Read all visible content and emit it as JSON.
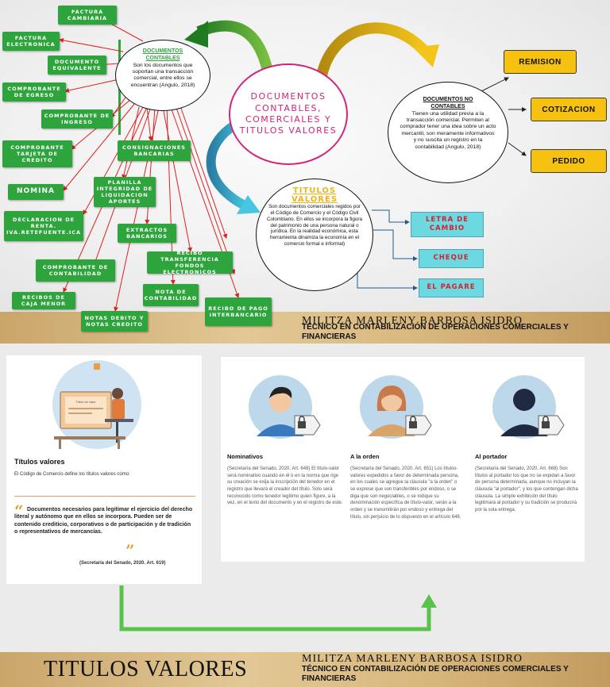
{
  "map": {
    "center_title": "DOCUMENTOS CONTABLES, COMERCIALES Y TITULOS VALORES",
    "doc_contables": {
      "title": "DOCUMENTOS CONTABLES",
      "text": "Son los documentos que soportan una transacción comercial, entre ellos se encuentran (Angulo, 2018)"
    },
    "doc_no_contables": {
      "title": "DOCUMENTOS NO CONTABLES",
      "text": "Tienen una utilidad previa a la transacción comercial. Permiten al comprador tener una idea sobre un acto mercantil, son meramente informativos y no suscita un registro en la contabilidad (Angulo, 2018)"
    },
    "titulos_valores": {
      "title": "TITULOS VALORES",
      "text": "Son documentos comerciales regidos por el Código de Comercio y el Código Civil Colombiano. En ellos se incorpora la figura del patrimonio de una persona natural o jurídica. En la realidad económica, esta herramienta dinamiza la economía en el comercio formal e informal)"
    },
    "green_items": [
      "FACTURA CAMBIARIA",
      "FACTURA ELECTRONICA",
      "DOCUMENTO EQUIVALENTE",
      "COMPROBANTE DE EGRESO",
      "COMPROBANTE DE INGRESO",
      "CONSIGNACIONES BANCARIAS",
      "COMPROBANTE TARJETA DE CREDITO",
      "NOMINA",
      "PLANILLA INTEGRIDAD DE LIQUIDACION APORTES",
      "DECLARACION DE RENTA. IVA.RETEFUENTE.ICA",
      "EXTRACTOS BANCARIOS",
      "RECIBO TRANSFERENCIA FONDOS ELECTRONICOS",
      "COMPROBANTE DE CONTABILIDAD",
      "NOTA DE CONTABILIDAD",
      "RECIBOS DE CAJA MENOR",
      "NOTAS DEBITO Y NOTAS CREDITO",
      "RECIBO DE PAGO INTERBANCARIO"
    ],
    "no_contables_items": [
      "REMISION",
      "COTIZACION",
      "PEDIDO"
    ],
    "titulos_items": [
      "LETRA DE CAMBIO",
      "CHEQUE",
      "EL PAGARE"
    ]
  },
  "banner1": {
    "author": "MILITZA MARLENY BARBOSA ISIDRO",
    "role": "TÉCNICO EN CONTABILIZACIÓN DE OPERACIONES COMERCIALES Y FINANCIERAS"
  },
  "left_card": {
    "heading": "Títulos valores",
    "intro": "El Código de Comercio define los títulos valores como:",
    "quote": "Documentos necesarios para legitimar el ejercicio del derecho literal y autónomo que en ellos se incorpora. Pueden ser de contenido crediticio, corporativos o de participación y de tradición o representativos de mercancías.",
    "citation": "(Secretaría del Senado, 2020. Art. 619)",
    "illustration_label": "Título de valor"
  },
  "types": [
    {
      "title": "Nominativos",
      "text": "(Secretaría del Senado, 2020. Art. 648) El título-valor será nominativo cuando en él o en la norma que rige su creación se exija la inscripción del tenedor en el registro que llevará el creador del título. Solo será reconocido como tenedor legítimo quien figure, a la vez, en el texto del documento y en el registro de este."
    },
    {
      "title": "A la orden",
      "text": "(Secretaría del Senado, 2020. Art. 651) Los títulos-valores expedidos a favor de determinada persona, en los cuales se agregue la cláusula \"a la orden\" o se exprese que son transferibles por endoso, o se diga que son negociables, o se indique su denominación específica de título-valor, serán a la orden y se transmitirán por endoso y entrega del título, sin perjuicio de lo dispuesto en el artículo 648."
    },
    {
      "title": "Al portador",
      "text": "(Secretaría del Senado, 2020. Art. 668) Son títulos al portador los que no se expidan a favor de persona determinada, aunque no incluyan la cláusula \"al portador\", y los que contengan dicha cláusula. La simple exhibición del título legitimará al portador y su tradición se producirá por la sola entrega."
    }
  ],
  "footer": {
    "title": "TITULOS VALORES",
    "author": "MILITZA MARLENY BARBOSA ISIDRO",
    "role": "TÉCNICO EN CONTABILIZACIÓN DE OPERACIONES COMERCIALES Y FINANCIERAS"
  },
  "colors": {
    "green": "#2ea43c",
    "yellow": "#f6c10f",
    "teal": "#6cd8e0",
    "magenta": "#d0257a",
    "banner": "#d8b77c"
  }
}
